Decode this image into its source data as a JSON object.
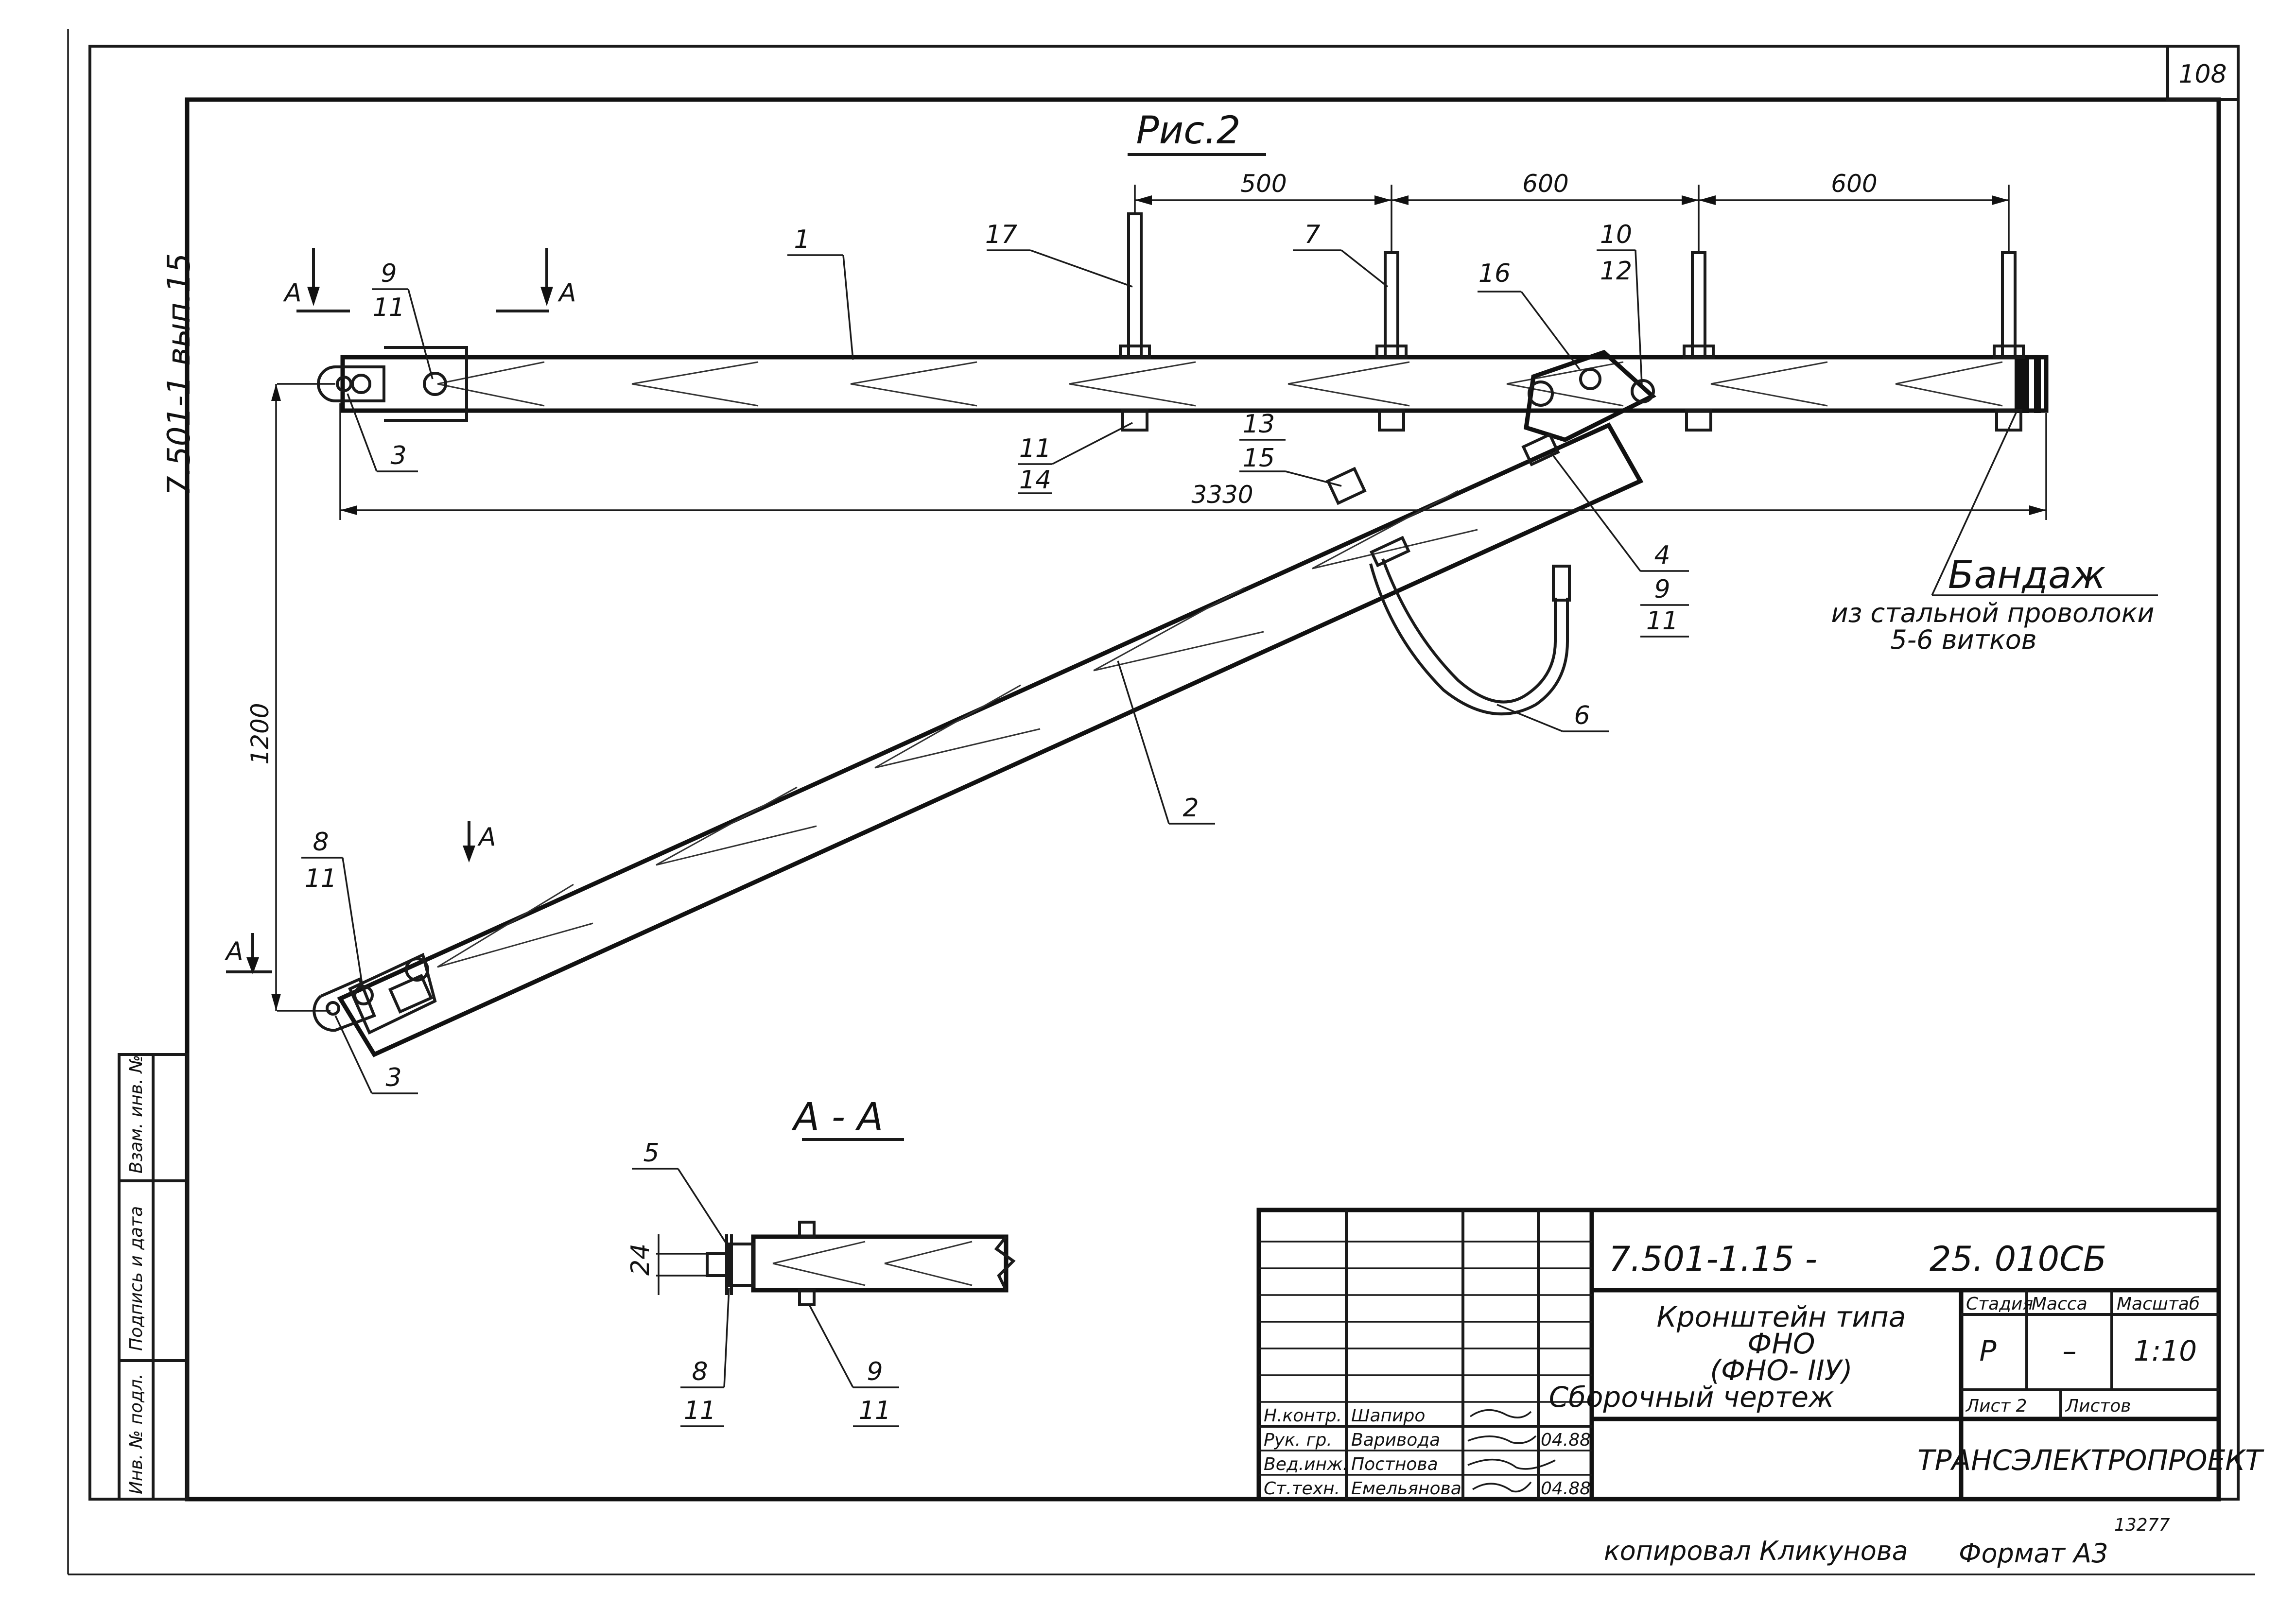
{
  "sheet": {
    "page_number": "108",
    "side_code": "7.501-1 вып.15",
    "figure_title": "Рис.2",
    "section_title": "А - А",
    "section_marks": [
      "А",
      "А",
      "А",
      "А"
    ],
    "copied_by": "копировал Кликунова",
    "format": "Формат А3",
    "order_number": "13277"
  },
  "dimensions": {
    "spacing_1": "500",
    "spacing_2": "600",
    "spacing_3": "600",
    "overall_length": "3330",
    "height": "1200",
    "section_thickness": "24"
  },
  "callouts": {
    "c1": "1",
    "c2": "2",
    "c3_top": "3",
    "c3_bottom": "3",
    "c4": "4",
    "c5": "5",
    "c6": "6",
    "c7": "7",
    "c8_main": "8",
    "c8_section": "8",
    "c9_left": "9",
    "c9_right": "9",
    "c9_section": "9",
    "c10": "10",
    "c11_left": "11",
    "c11_bottom": "11",
    "c11_right": "11",
    "c11_mainbot": "11",
    "c11_section": "11",
    "c11_sectionright": "11",
    "c12": "12",
    "c13": "13",
    "c14": "14",
    "c15": "15",
    "c16": "16",
    "c17": "17"
  },
  "note": {
    "title": "Бандаж",
    "line1": "из стальной проволоки",
    "line2": "5-6 витков"
  },
  "title_block": {
    "doc_code": "7.501-1.15 -",
    "doc_suffix": "25. 010СБ",
    "name_line1": "Кронштейн типа",
    "name_line2": "ФНО",
    "name_line3": "(ФНО- IIУ)",
    "name_line4": "Сборочный чертеж",
    "stage_header": "Стадия",
    "mass_header": "Масса",
    "scale_header": "Масштаб",
    "stage_value": "Р",
    "mass_value": "–",
    "scale_value": "1:10",
    "sheet_label": "Лист 2",
    "sheets_label": "Листов",
    "organization": "ТРАНСЭЛЕКТРОПРОЕКТ",
    "roles": [
      "Н.контр.",
      "Рук. гр.",
      "Вед.инж.",
      "Ст.техн."
    ],
    "names": [
      "Шапиро",
      "Варивода",
      "Постнова",
      "Емельянова"
    ],
    "dates": [
      "",
      "04.88",
      "",
      "04.88"
    ]
  },
  "side_stamp": {
    "col1": "Инв. № подл.",
    "col2": "Подпись и дата",
    "col3": "Взам. инв. №"
  }
}
